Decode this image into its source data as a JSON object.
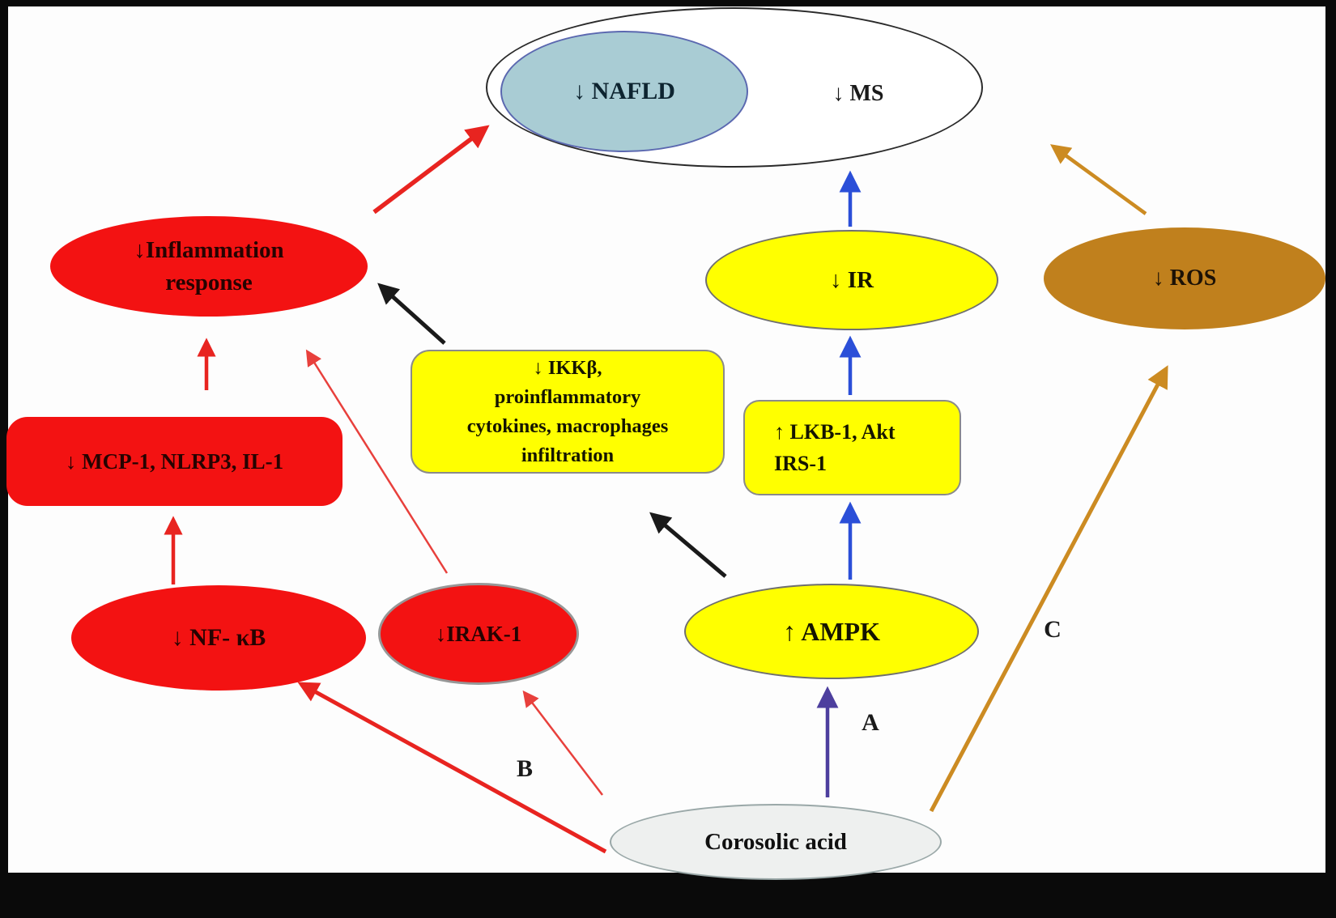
{
  "figure": {
    "title": "Corosolic acid mechanism diagram",
    "nodes": {
      "outcome": {
        "nafld": "↓ NAFLD",
        "ms": "↓ MS"
      },
      "inflammation": {
        "line1": "↓Inflammation",
        "line2": "response"
      },
      "ir": "↓ IR",
      "ros": "↓ ROS",
      "ikk": {
        "line1": "↓ IKKβ,",
        "line2": "proinflammatory",
        "line3": "cytokines, macrophages",
        "line4": "infiltration"
      },
      "lkb": {
        "line1": "↑ LKB-1, Akt",
        "line2": "IRS-1"
      },
      "mcp": "↓ MCP-1, NLRP3,  IL-1",
      "nfkb": "↓ NF- κB",
      "irak": "↓IRAK-1",
      "ampk": "↑ AMPK",
      "corosolic": "Corosolic acid"
    },
    "pathway_labels": {
      "a": "A",
      "b": "B",
      "c": "C"
    },
    "colors": {
      "red_shape": "#f31212",
      "yellow_shape": "#ffff00",
      "ros_brown": "#c0801d",
      "nafld_blue": "#a9ccd4",
      "corosolic_gray": "#eef0ef",
      "arrow_red": "#e82420",
      "arrow_black": "#1a1a1a",
      "arrow_blue": "#2b4fd8",
      "arrow_purple": "#4d3f9e",
      "arrow_orange": "#cc8b22",
      "frame": "#0a0a0a"
    }
  }
}
